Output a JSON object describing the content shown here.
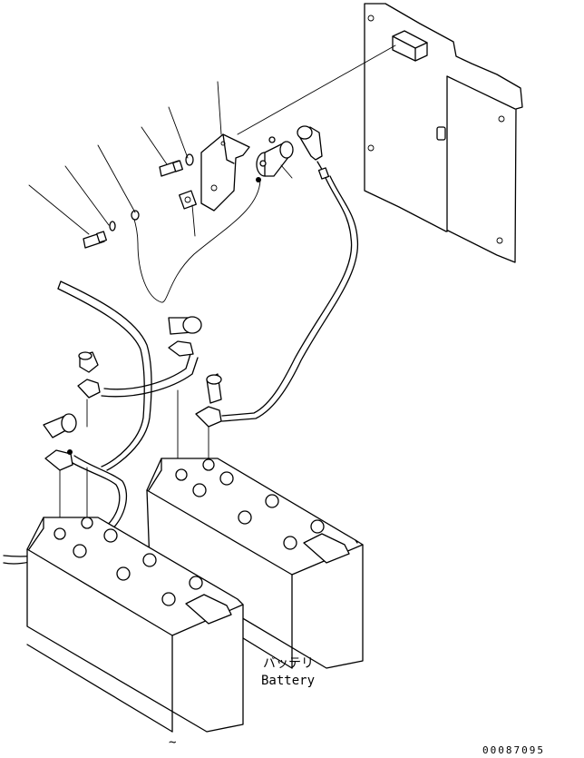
{
  "labels": {
    "battery_jp": "バッテリ",
    "battery_en": "Battery",
    "drawing_code": "00087095",
    "tilde_mark": "~"
  }
}
